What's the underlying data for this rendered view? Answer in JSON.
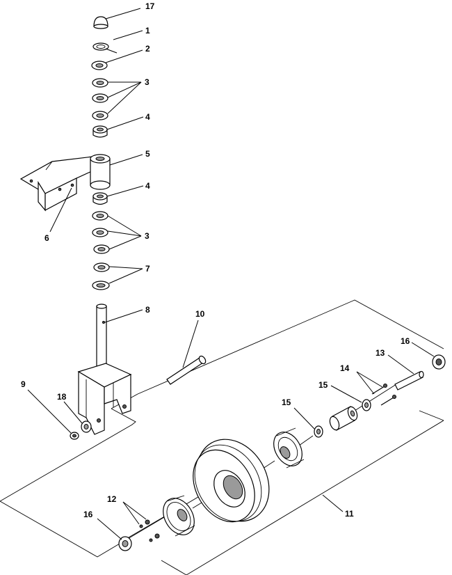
{
  "callouts": {
    "c17": "17",
    "c1": "1",
    "c2": "2",
    "c3a": "3",
    "c4a": "4",
    "c5": "5",
    "c4b": "4",
    "c6": "6",
    "c3b": "3",
    "c7": "7",
    "c8": "8",
    "c10": "10",
    "c9": "9",
    "c18": "18",
    "c16a": "16",
    "c13": "13",
    "c14": "14",
    "c15a": "15",
    "c15b": "15",
    "c12": "12",
    "c16b": "16",
    "c11": "11"
  }
}
